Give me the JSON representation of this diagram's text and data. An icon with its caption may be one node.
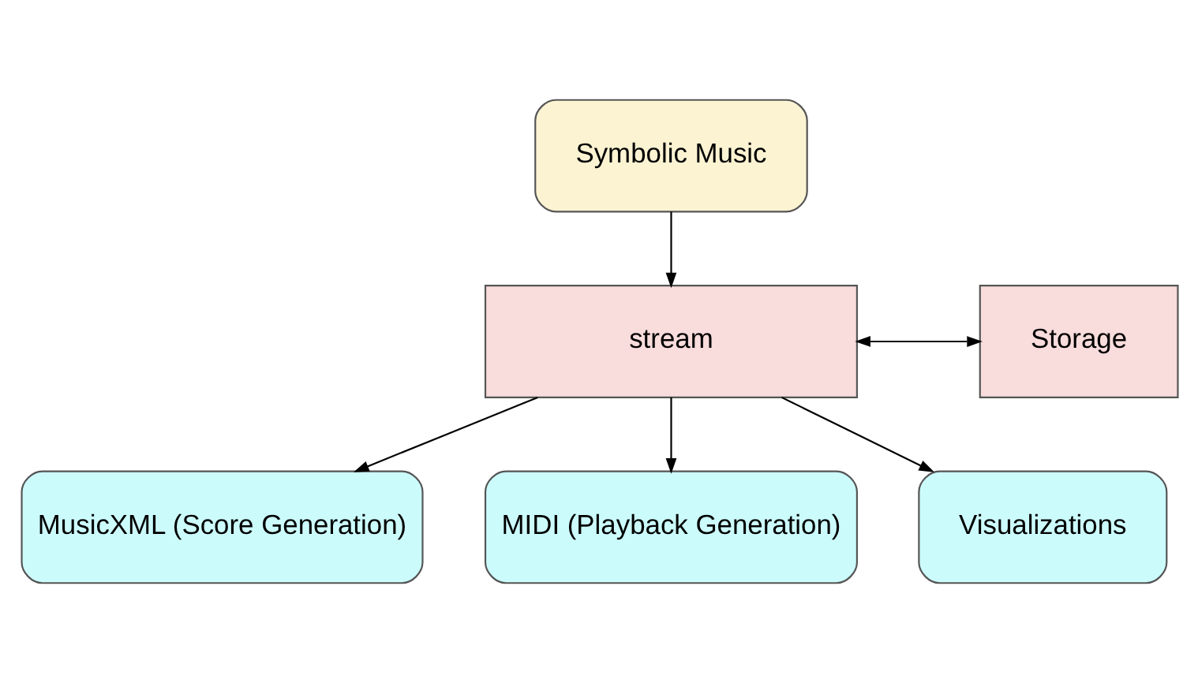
{
  "diagram": {
    "nodes": [
      {
        "text": [
          "Symbolic Music"
        ]
      },
      {
        "text": [
          "stream"
        ]
      },
      {
        "text": [
          "Storage"
        ]
      },
      {
        "text": [
          "MusicXML (Score Generation)"
        ]
      },
      {
        "text": [
          "MIDI (Playback Generation)"
        ]
      },
      {
        "text": [
          "Visualizations"
        ]
      }
    ],
    "edges": [
      {
        "from": 0,
        "to": 1,
        "arrow": "to"
      },
      {
        "from": 1,
        "to": 2,
        "arrow": "both"
      },
      {
        "from": 1,
        "to": 3,
        "arrow": "to"
      },
      {
        "from": 1,
        "to": 4,
        "arrow": "to"
      },
      {
        "from": 1,
        "to": 5,
        "arrow": "to"
      }
    ]
  }
}
